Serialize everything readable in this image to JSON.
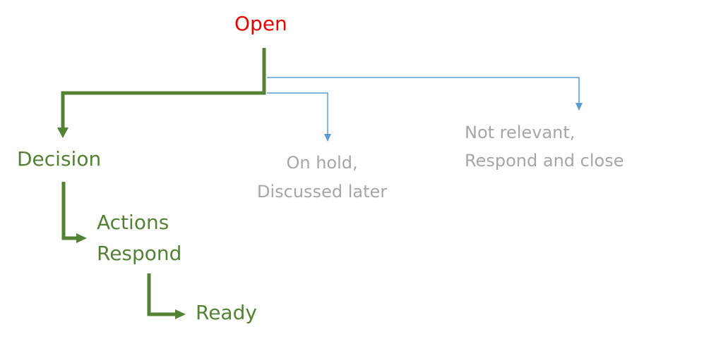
{
  "colors": {
    "open": "#e60000",
    "main_path": "#548235",
    "side_path": "#5b9bd5",
    "muted_text": "#a6a6a6"
  },
  "nodes": {
    "open": {
      "label": "Open"
    },
    "decision": {
      "label": "Decision"
    },
    "actions": {
      "lines": [
        "Actions",
        "Respond"
      ]
    },
    "ready": {
      "label": "Ready"
    },
    "on_hold": {
      "lines": [
        "On hold,",
        "Discussed later"
      ]
    },
    "not_relevant": {
      "lines": [
        "Not relevant,",
        "Respond  and close"
      ]
    }
  }
}
